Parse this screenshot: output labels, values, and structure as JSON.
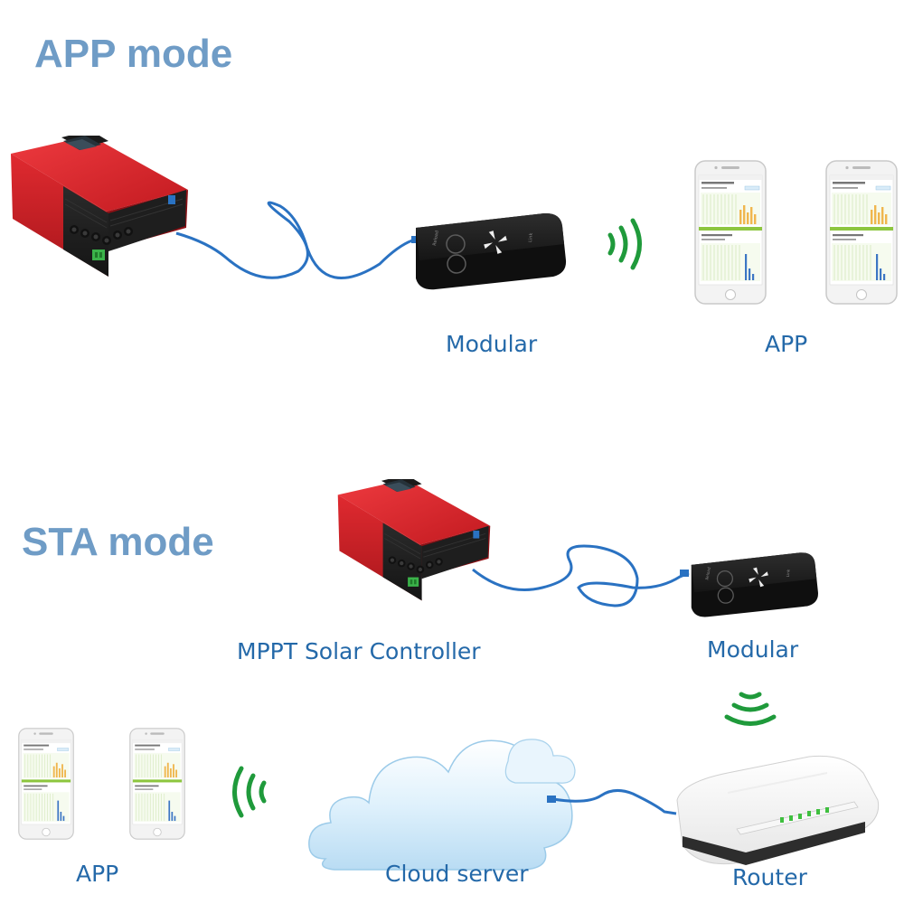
{
  "headings": {
    "app_mode": "APP mode",
    "sta_mode": "STA mode"
  },
  "labels": {
    "modular_top": "Modular",
    "app_top": "APP",
    "mppt_controller": "MPPT Solar Controller",
    "modular_bottom": "Modular",
    "app_bottom": "APP",
    "cloud_server": "Cloud server",
    "router": "Router"
  },
  "colors": {
    "heading": "#6f9cc6",
    "label": "#2469a9",
    "cable": "#2a72c2",
    "wifi_signal": "#1f9a3b",
    "controller_red": "#d8262d",
    "cloud": "#cde9fa"
  }
}
